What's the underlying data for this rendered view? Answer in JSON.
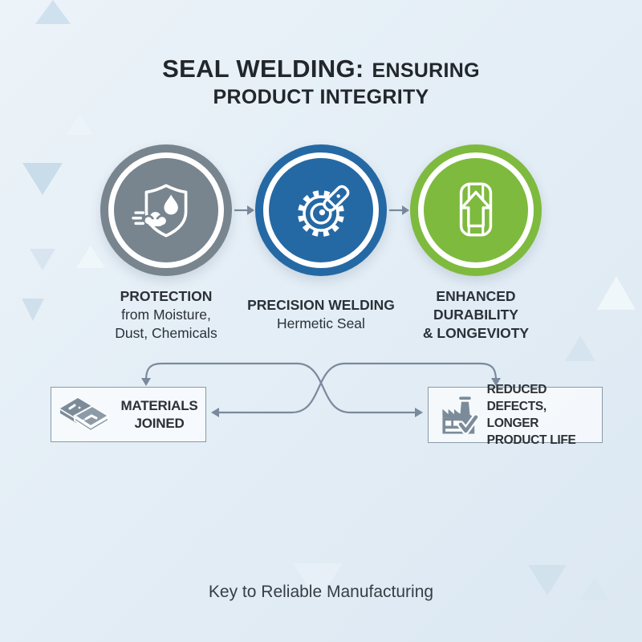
{
  "title": {
    "main": "SEAL WELDING:",
    "rest": "ENSURING",
    "line2": "PRODUCT INTEGRITY"
  },
  "steps": [
    {
      "name": "protection",
      "icon": "shield-moisture-icon",
      "heading": "PROTECTION",
      "lines": [
        "from Moisture,",
        "Dust, Chemicals"
      ]
    },
    {
      "name": "precision-welding",
      "icon": "welding-gear-icon",
      "heading": "PRECISION WELDING",
      "lines": [
        "Hermetic Seal"
      ]
    },
    {
      "name": "enhanced-durability",
      "icon": "durability-upgrade-icon",
      "heading": "ENHANCED",
      "lines": [
        "DURABILITY",
        "& LONGEVIOTY"
      ]
    }
  ],
  "flow": {
    "left_box": {
      "icon": "joined-plates-icon",
      "lines": [
        "MATERIALS",
        "JOINED"
      ]
    },
    "right_box": {
      "icon": "factory-check-icon",
      "lines": [
        "REDUCED DEFECTS,",
        "LONGER",
        "PRODUCT LIFE"
      ]
    }
  },
  "footer": {
    "text": "Key to Reliable Manufacturing"
  },
  "colors": {
    "protection_gray": "#78858F",
    "welding_blue": "#2569A4",
    "durability_green": "#7EBA3E",
    "connector": "#7A8A9C",
    "box_border": "#8A99A8",
    "title": "#22272B",
    "body_text": "#2B3137"
  }
}
